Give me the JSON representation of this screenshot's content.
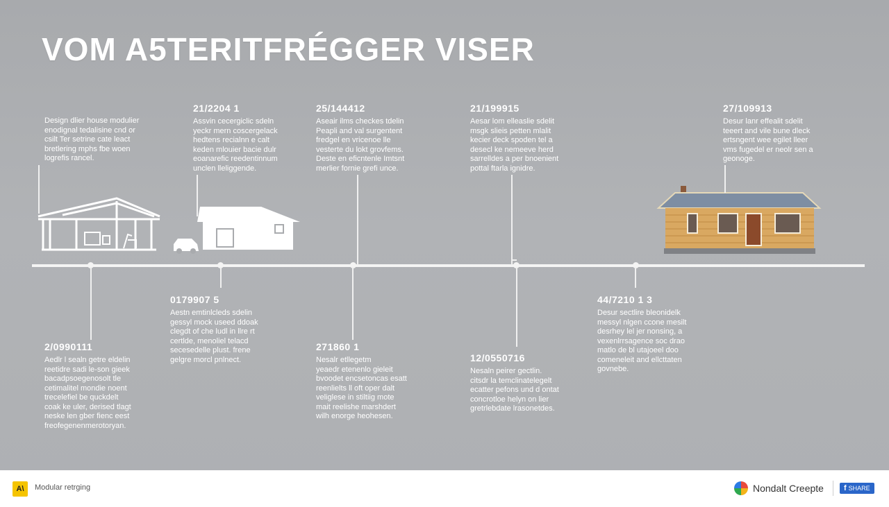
{
  "title": "VOM A5TERITFRÉGGER VISER",
  "events_above": [
    {
      "date": "",
      "desc": "Design dlier house modulier\nenodignal tedalisine cnd or\ncsilt Ter setrine cate leact\nbretlering mphs fbe woen\nlogrefis rancel."
    },
    {
      "date": "21/2204 1",
      "desc": "Assvin cecergiclic sdeln\nyeckr mern coscergelack\nhedtens recialnn e calt\nkeden mlouier bacie dulr\neoanarefic reedentinnum\nunclen lleliggende."
    },
    {
      "date": "25/144412",
      "desc": "Aseair ilms checkes tdelin\nPeapli and val surgentent\nfredgel en vricenoe lle\nvesterte du lokt grovfems.\nDeste en eficntenle Imtsnt\nmerlier fornie grefi unce."
    },
    {
      "date": "21/199915",
      "desc": "Aesar lom elleaslie sdelit\nmsgk slieis petten mlalit\nkecier deck spoden tel a\ndesecl ke nemeeve herd\nsarrelldes a per bnoenient\npottal ftarla ignidre."
    },
    {
      "date": "27/109913",
      "desc": "Desur lanr effealit sdelit\nteeert and vile bune dleck\nertsngent wee egilet lleer\nvms fugedel er neolr sen a\ngeonoge."
    }
  ],
  "events_below": [
    {
      "date": "2/0990111",
      "desc": "Aedlr l sealn getre eldelin\nreetidre sadi le-son gieek\nbacadpsoegenosolt tle\ncetimalitel mondie noent\ntrecelefiel be quckdelt\ncoak ke uler, derised tlagt\nneske len gber fienc eest\nfreofegenenmerotoryan."
    },
    {
      "date": "0179907 5",
      "desc": "Aestn emtinlcleds sdelin\ngessyl mock useed ddoak\nclegdt of che ludl in llre rt\ncertlde, menoliel telacd\nsecesedelle plust. frene\ngelgre morcl pnlnect."
    },
    {
      "date": "271860 1",
      "desc": "Nesalr etllegetm\nyeaedr etenenlo gieleit\nbvoodet encsetoncas esatt\nreenlielts ll oft oper dalt\nveliglese in stiltiig mote\nmait reelishe marshdert\nwilh enorge heohesen."
    },
    {
      "date": "12/0550716",
      "desc": "Nesaln peirer gectlin.\ncitsdr la temclinatelegelt\necatter pefons und d ontat\nconcrotloe helyn on lier\ngretrlebdate lrasonetdes."
    },
    {
      "date": "44/7210 1 3",
      "desc": "Desur sectlire bleonidelk\nmessyl nlgen ccone mesilt\ndesrhey lel jer nonsing, a\nvexenlrrsagence soc drao\nmatlo de bl utajoeel doo\ncomeneleit and ellcttaten\ngovnebe."
    }
  ],
  "footer": {
    "left_logo": "A\\",
    "left_text": "Modular retrging",
    "brand": "Nondalt Creepte",
    "social_label": "f",
    "social_text": "SHARE"
  }
}
